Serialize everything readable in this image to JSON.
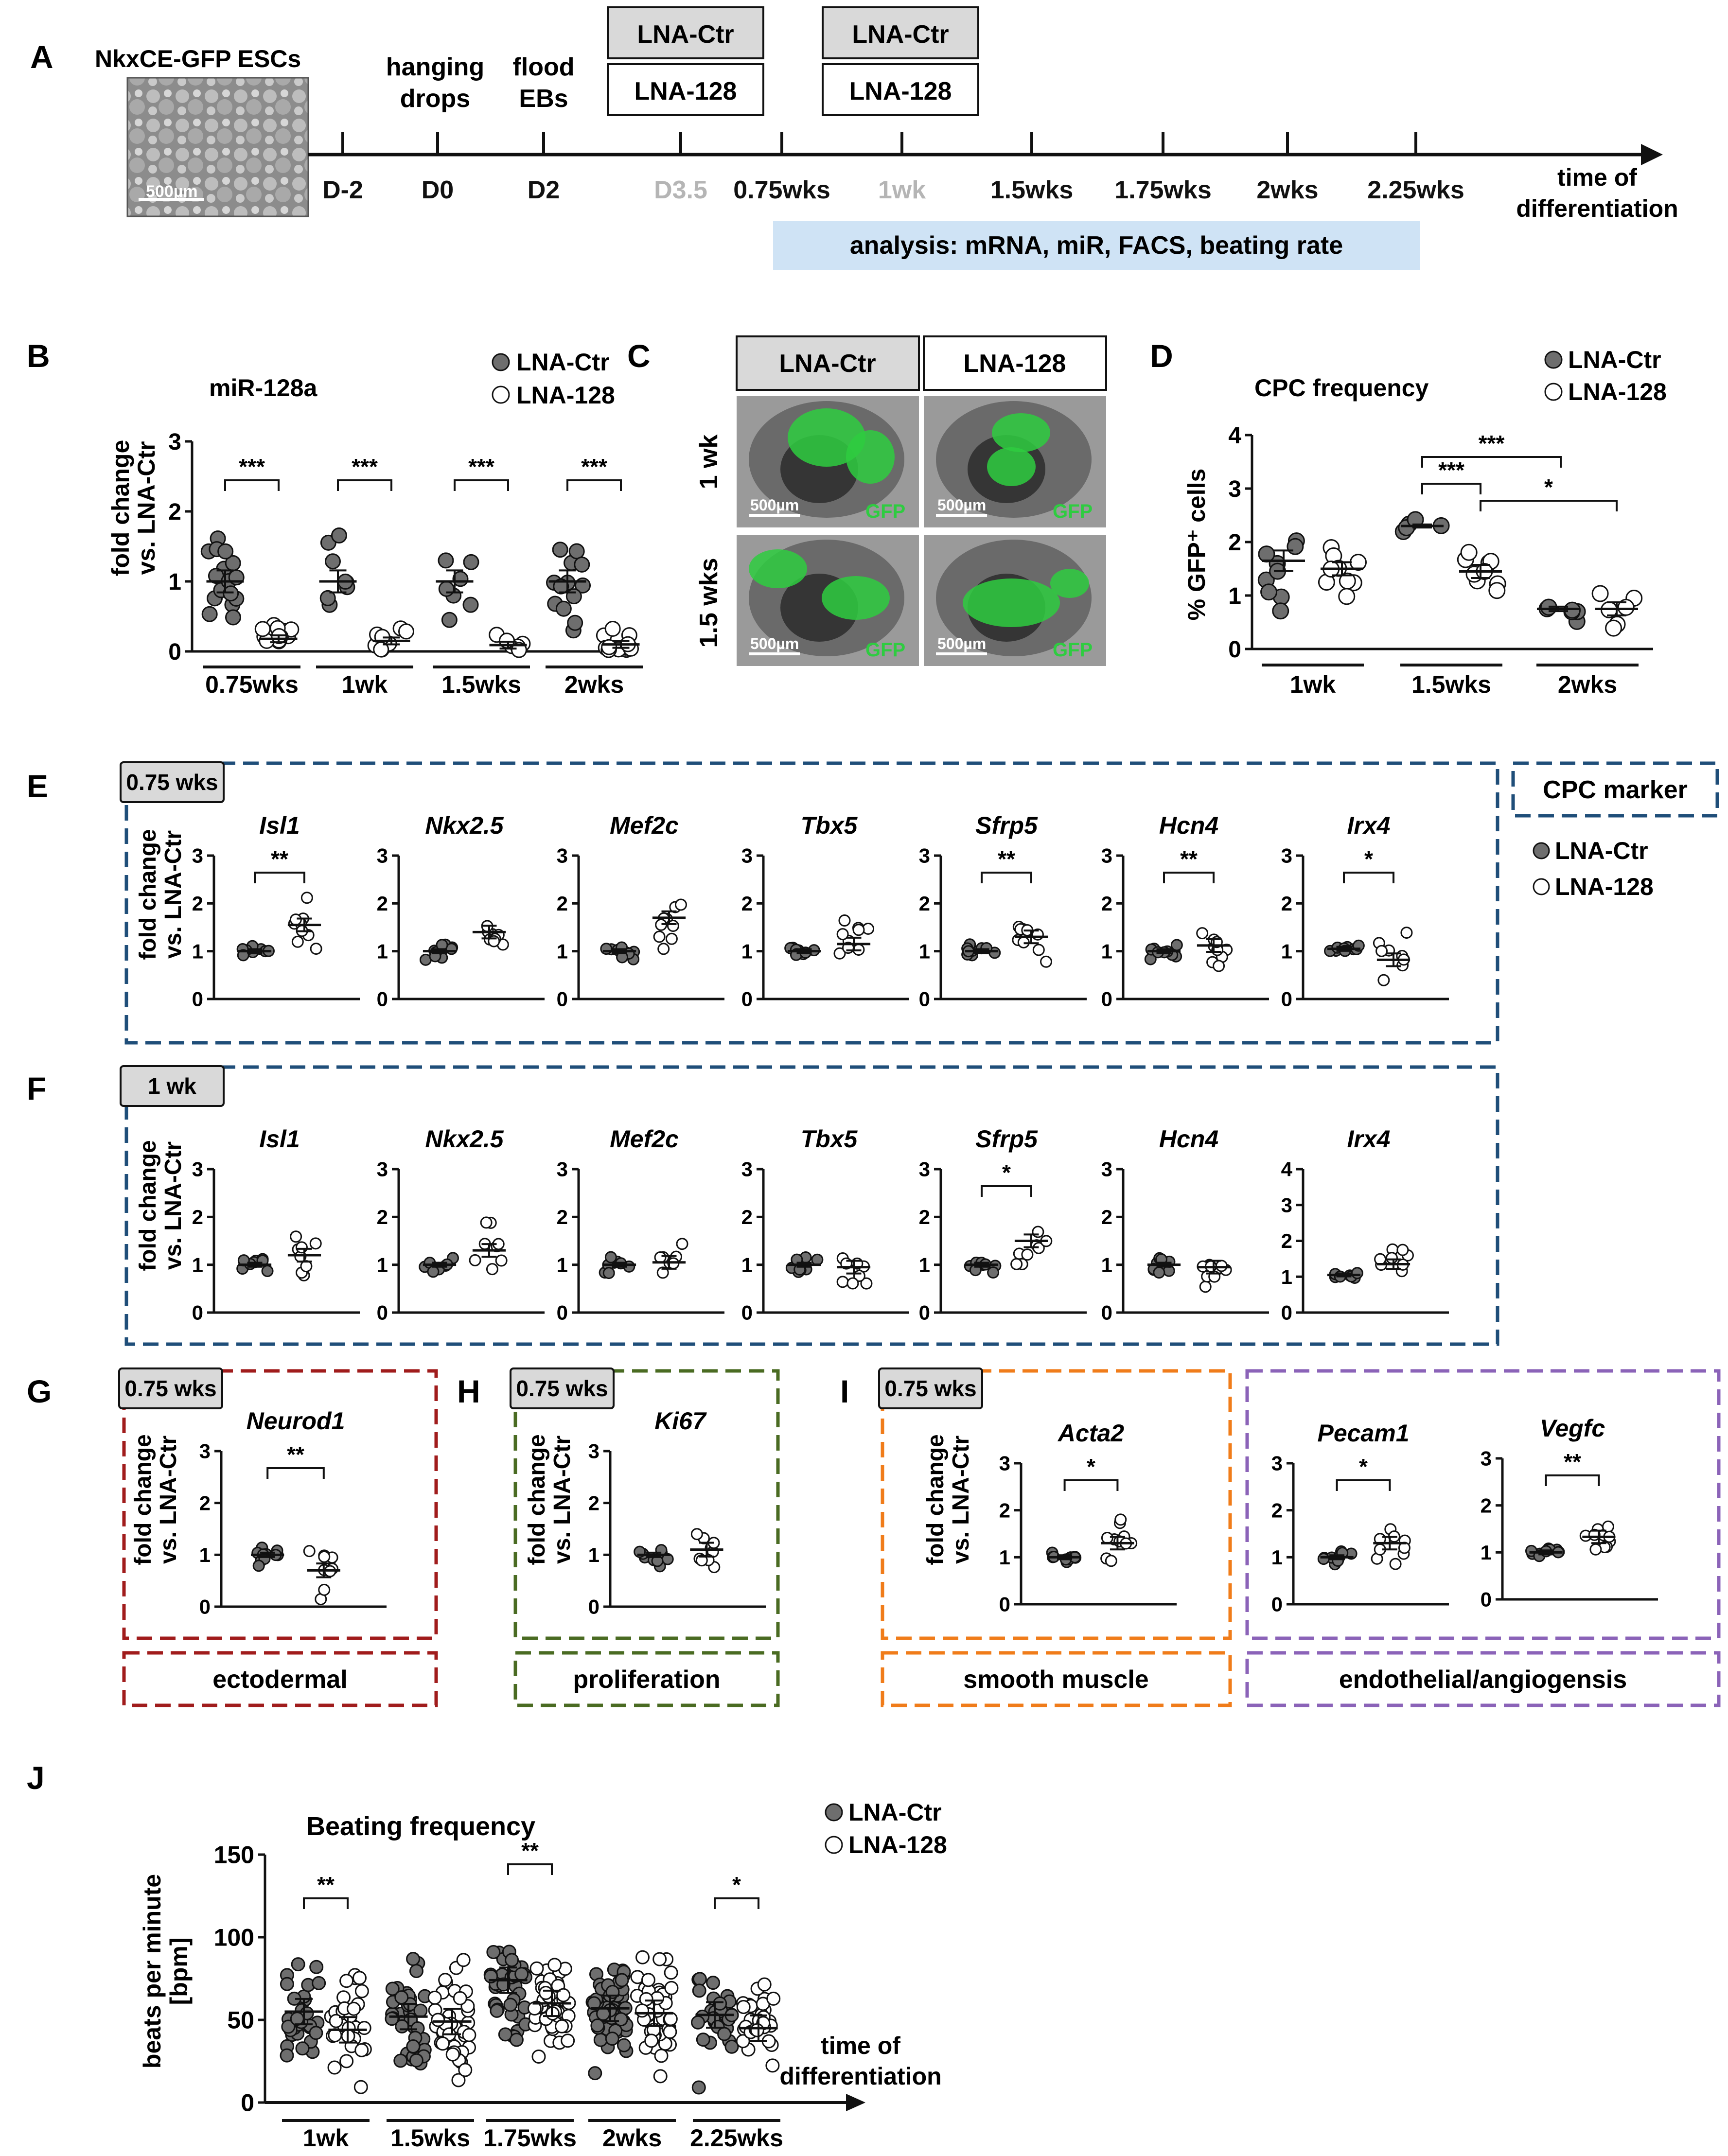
{
  "colors": {
    "ctr_fill": "#6e6e6e",
    "ko_fill": "#ffffff",
    "stroke": "#111111",
    "cpc_box": "#1f4e79",
    "ecto_box": "#a01c1c",
    "prolif_box": "#4a6b22",
    "smooth_box": "#f07c1a",
    "endo_box": "#8b63b8",
    "gfp": "#2ecc40",
    "bar_blue": "#cfe3f5",
    "gray_tab": "#d9d9d9"
  },
  "legend": {
    "ctr": "LNA-Ctr",
    "ko": "LNA-128"
  },
  "panelA": {
    "letter": "A",
    "esc_label": "NkxCE-GFP ESCs",
    "scale_label": "500µm",
    "steps": [
      "hanging",
      "drops",
      "flood",
      "EBs"
    ],
    "treat_ctr": "LNA-Ctr",
    "treat_128": "LNA-128",
    "ticks": [
      "D-2",
      "D0",
      "D2",
      "D3.5",
      "0.75wks",
      "1wk",
      "1.5wks",
      "1.75wks",
      "2wks",
      "2.25wks"
    ],
    "axis_label": [
      "time of",
      "differentiation"
    ],
    "analysis": "analysis: mRNA, miR, FACS, beating rate"
  },
  "panelB": {
    "letter": "B",
    "title": "miR-128a",
    "ylabel": [
      "fold change",
      "vs. LNA-Ctr"
    ],
    "sig": [
      "***",
      "***",
      "***",
      "***"
    ]
  },
  "panelC": {
    "letter": "C",
    "col_ctr": "LNA-Ctr",
    "col_128": "LNA-128",
    "row1": "1 wk",
    "row2": "1.5 wks",
    "scale": "500µm",
    "gfp": "GFP"
  },
  "panelD": {
    "letter": "D",
    "title": "CPC frequency",
    "ylabel": "% GFP⁺ cells",
    "sig": [
      "***",
      "***",
      "*"
    ]
  },
  "panelE": {
    "letter": "E",
    "tab": "0.75 wks",
    "cpc_marker": "CPC marker",
    "ylabel": [
      "fold change",
      "vs. LNA-Ctr"
    ]
  },
  "panelF": {
    "letter": "F",
    "tab": "1 wk",
    "ylabel": [
      "fold change",
      "vs. LNA-Ctr"
    ]
  },
  "panelG": {
    "letter": "G",
    "tab": "0.75 wks",
    "label": "ectodermal",
    "ylabel": [
      "fold change",
      "vs. LNA-Ctr"
    ]
  },
  "panelH": {
    "letter": "H",
    "tab": "0.75 wks",
    "label": "proliferation",
    "ylabel": [
      "fold change",
      "vs. LNA-Ctr"
    ]
  },
  "panelI": {
    "letter": "I",
    "tab": "0.75 wks",
    "label_a": "smooth muscle",
    "label_b": "endothelial/angiogensis",
    "ylabel": [
      "fold change",
      "vs. LNA-Ctr"
    ]
  },
  "panelJ": {
    "letter": "J",
    "title": "Beating frequency",
    "ylabel": [
      "beats per minute",
      "[bpm]"
    ],
    "xlabel": [
      "time of",
      "differentiation"
    ],
    "sig": [
      "**",
      "**",
      "*"
    ]
  },
  "chart_data": [
    {
      "id": "B",
      "type": "scatter",
      "title": "miR-128a",
      "ylabel": "fold change vs. LNA-Ctr",
      "categories": [
        "0.75wks",
        "1wk",
        "1.5wks",
        "2wks"
      ],
      "ylim": [
        0,
        3
      ],
      "yticks": [
        0,
        1,
        2,
        3
      ],
      "series": [
        {
          "name": "LNA-Ctr",
          "mean": [
            1.0,
            1.0,
            1.0,
            1.0
          ],
          "n": [
            16,
            8,
            7,
            13
          ]
        },
        {
          "name": "LNA-128",
          "mean": [
            0.18,
            0.15,
            0.09,
            0.1
          ],
          "n": [
            16,
            8,
            7,
            13
          ]
        }
      ],
      "significance": [
        "***",
        "***",
        "***",
        "***"
      ]
    },
    {
      "id": "D",
      "type": "scatter",
      "title": "CPC frequency",
      "ylabel": "% GFP⁺ cells",
      "categories": [
        "1wk",
        "1.5wks",
        "2wks"
      ],
      "ylim": [
        0,
        4
      ],
      "yticks": [
        0,
        1,
        2,
        3,
        4
      ],
      "series": [
        {
          "name": "LNA-Ctr",
          "mean": [
            1.65,
            2.3,
            0.75
          ],
          "n": [
            9,
            5,
            6
          ]
        },
        {
          "name": "LNA-128",
          "mean": [
            1.5,
            1.45,
            0.75
          ],
          "n": [
            9,
            9,
            6
          ]
        }
      ],
      "significance": [
        "***",
        "***",
        "*"
      ]
    },
    {
      "id": "E",
      "type": "scatter",
      "panel_label": "0.75 wks",
      "ylabel": "fold change vs. LNA-Ctr",
      "genes": [
        {
          "gene": "Isl1",
          "ctr": 1.0,
          "ko": 1.55,
          "ymax": 3,
          "sig": "**"
        },
        {
          "gene": "Nkx2.5",
          "ctr": 1.0,
          "ko": 1.4,
          "ymax": 3,
          "sig": ""
        },
        {
          "gene": "Mef2c",
          "ctr": 1.0,
          "ko": 1.7,
          "ymax": 3,
          "sig": ""
        },
        {
          "gene": "Tbx5",
          "ctr": 1.0,
          "ko": 1.15,
          "ymax": 3,
          "sig": ""
        },
        {
          "gene": "Sfrp5",
          "ctr": 1.0,
          "ko": 1.3,
          "ymax": 3,
          "sig": "**"
        },
        {
          "gene": "Hcn4",
          "ctr": 1.0,
          "ko": 1.12,
          "ymax": 3,
          "sig": "**"
        },
        {
          "gene": "Irx4",
          "ctr": 1.05,
          "ko": 0.82,
          "ymax": 3,
          "sig": "*"
        }
      ]
    },
    {
      "id": "F",
      "type": "scatter",
      "panel_label": "1 wk",
      "ylabel": "fold change vs. LNA-Ctr",
      "genes": [
        {
          "gene": "Isl1",
          "ctr": 1.0,
          "ko": 1.2,
          "ymax": 3,
          "sig": ""
        },
        {
          "gene": "Nkx2.5",
          "ctr": 1.0,
          "ko": 1.3,
          "ymax": 3,
          "sig": ""
        },
        {
          "gene": "Mef2c",
          "ctr": 1.0,
          "ko": 1.05,
          "ymax": 3,
          "sig": ""
        },
        {
          "gene": "Tbx5",
          "ctr": 1.0,
          "ko": 0.95,
          "ymax": 3,
          "sig": ""
        },
        {
          "gene": "Sfrp5",
          "ctr": 1.0,
          "ko": 1.5,
          "ymax": 3,
          "sig": "*"
        },
        {
          "gene": "Hcn4",
          "ctr": 1.0,
          "ko": 0.95,
          "ymax": 3,
          "sig": ""
        },
        {
          "gene": "Irx4",
          "ctr": 1.05,
          "ko": 1.35,
          "ymax": 4,
          "sig": ""
        }
      ]
    },
    {
      "id": "G",
      "type": "scatter",
      "gene": "Neurod1",
      "ctr": 1.0,
      "ko": 0.7,
      "ymax": 3,
      "sig": "**"
    },
    {
      "id": "H",
      "type": "scatter",
      "gene": "Ki67",
      "ctr": 1.0,
      "ko": 1.1,
      "ymax": 3,
      "sig": ""
    },
    {
      "id": "I",
      "type": "scatter",
      "genes": [
        {
          "gene": "Acta2",
          "ctr": 1.0,
          "ko": 1.3,
          "ymax": 3,
          "sig": "*"
        },
        {
          "gene": "Pecam1",
          "ctr": 1.0,
          "ko": 1.3,
          "ymax": 3,
          "sig": "*"
        },
        {
          "gene": "Vegfc",
          "ctr": 1.0,
          "ko": 1.33,
          "ymax": 3,
          "sig": "**"
        }
      ]
    },
    {
      "id": "J",
      "type": "scatter",
      "title": "Beating frequency",
      "ylabel": "beats per minute [bpm]",
      "categories": [
        "1wk",
        "1.5wks",
        "1.75wks",
        "2wks",
        "2.25wks"
      ],
      "ylim": [
        0,
        150
      ],
      "yticks": [
        0,
        50,
        100,
        150
      ],
      "series": [
        {
          "name": "LNA-Ctr",
          "mean": [
            55,
            52,
            74,
            57,
            53
          ]
        },
        {
          "name": "LNA-128",
          "mean": [
            44,
            49,
            60,
            54,
            45
          ]
        }
      ],
      "significance": [
        "**",
        "",
        "**",
        "",
        "*"
      ]
    }
  ]
}
